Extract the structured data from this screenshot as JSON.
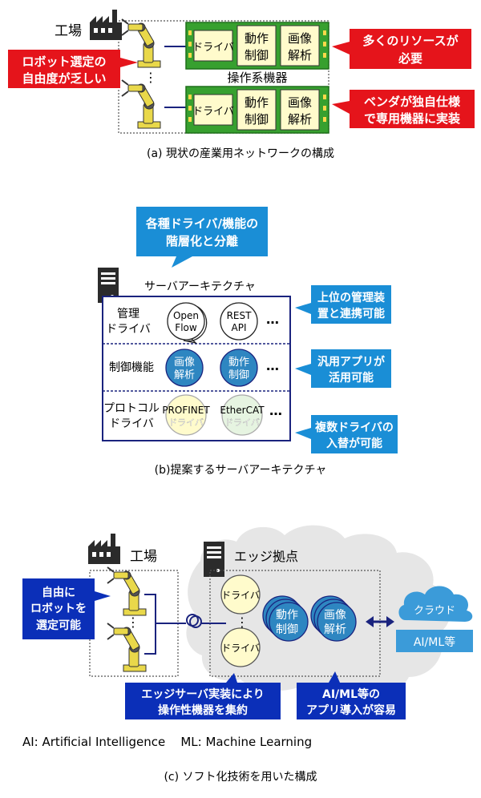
{
  "section_a": {
    "factory_label": "工場",
    "driver": "ドライバ",
    "motion_control": [
      "動作",
      "制御"
    ],
    "image_analysis": [
      "画像",
      "解析"
    ],
    "operation_equipment": "操作系機器",
    "callout_robot": [
      "ロボット選定の",
      "自由度が乏しい"
    ],
    "callout_resources": [
      "多くのリソースが",
      "必要"
    ],
    "callout_vendor": [
      "ベンダが独自仕様",
      "で専用機器に実装"
    ],
    "caption": "(a) 現状の産業用ネットワークの構成"
  },
  "section_b": {
    "callout_top": [
      "各種ドライバ/機能の",
      "階層化と分離"
    ],
    "server_title": "サーバアーキテクチャ",
    "row_management": [
      "管理",
      "ドライバ"
    ],
    "row_control": "制御機能",
    "row_protocol": [
      "プロトコル",
      "ドライバ"
    ],
    "openflow": [
      "Open",
      "Flow"
    ],
    "rest_api": [
      "REST",
      "API"
    ],
    "image_analysis": [
      "画像",
      "解析"
    ],
    "motion_control": [
      "動作",
      "制御"
    ],
    "profinet": [
      "PROFINET",
      "ドライバ"
    ],
    "ethercat": [
      "EtherCAT",
      "ドライバ"
    ],
    "ellipsis": "…",
    "callout_upper": [
      "上位の管理装",
      "置と連携可能"
    ],
    "callout_apps": [
      "汎用アプリが",
      "活用可能"
    ],
    "callout_swap": [
      "複数ドライバの",
      "入替が可能"
    ],
    "caption": "(b)提案するサーバアーキテクチャ"
  },
  "section_c": {
    "factory_label": "工場",
    "edge_label": "エッジ拠点",
    "callout_free": [
      "自由に",
      "ロボットを",
      "選定可能"
    ],
    "driver": "ドライバ",
    "motion_control": [
      "動作",
      "制御"
    ],
    "image_analysis": [
      "画像",
      "解析"
    ],
    "cloud": "クラウド",
    "ai_ml": "AI/ML等",
    "callout_edge": [
      "エッジサーバ実装により",
      "操作性機器を集約"
    ],
    "callout_ai": [
      "AI/ML等の",
      "アプリ導入が容易"
    ],
    "abbrev": "AI: Artificial Intelligence    ML: Machine Learning",
    "caption": "(c) ソフト化技術を用いた構成"
  },
  "colors": {
    "red": "#e5141b",
    "navy_blue": "#0b2fb8",
    "dark_navy": "#1a237e",
    "callout_blue": "#1a8ed6",
    "teal_bubble": "#2e86c1",
    "green_board": "#37a02f",
    "chip_yellow": "#fffbcc",
    "robot_yellow": "#e9d84a",
    "cloud_blue": "#3b9bd9"
  }
}
